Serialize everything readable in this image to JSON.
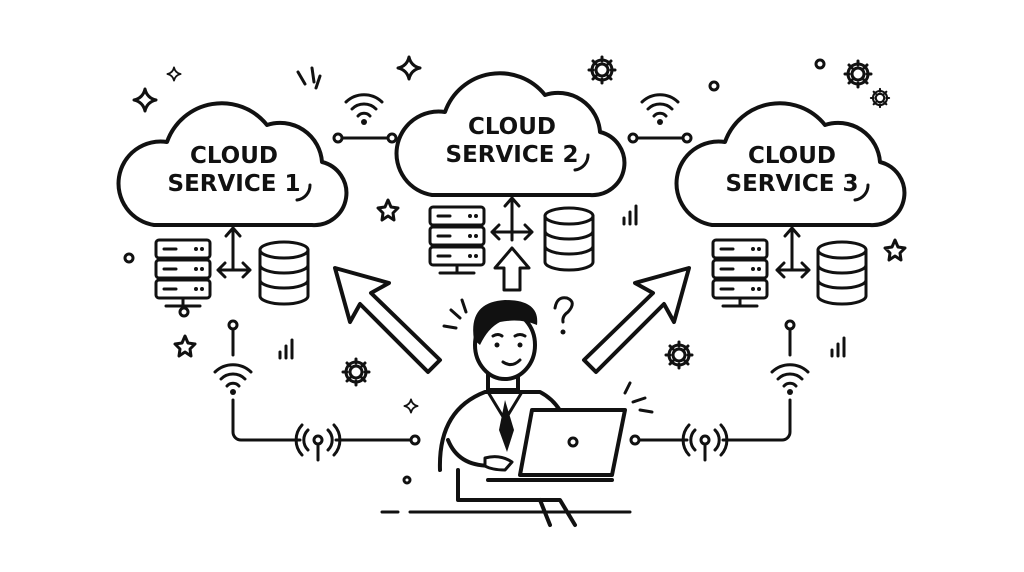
{
  "clouds": [
    {
      "line1": "CLOUD",
      "line2": "SERVICE 1"
    },
    {
      "line1": "CLOUD",
      "line2": "SERVICE 2"
    },
    {
      "line1": "CLOUD",
      "line2": "SERVICE 3"
    }
  ],
  "colors": {
    "ink": "#111111",
    "background": "#ffffff"
  }
}
